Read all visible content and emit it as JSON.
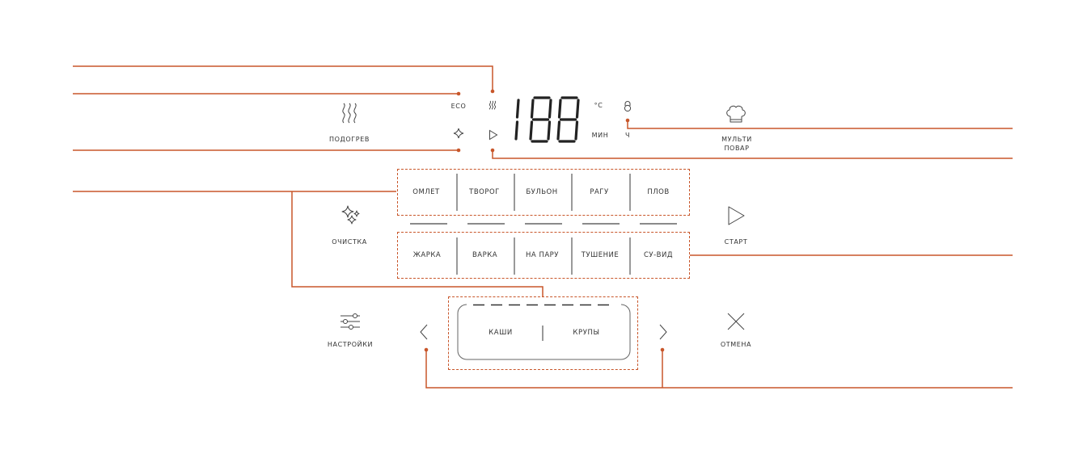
{
  "accent_color": "#c8562a",
  "left_panel": {
    "heat_label": "ПОДОГРЕВ",
    "clean_label": "ОЧИСТКА",
    "settings_label": "НАСТРОЙКИ"
  },
  "display": {
    "eco_label": "ECO",
    "digits": "188",
    "temp_unit": "°C",
    "time_unit": "МИН",
    "hour_unit": "Ч"
  },
  "right_panel": {
    "multicook_label_line1": "МУЛЬТИ",
    "multicook_label_line2": "ПОВАР",
    "start_label": "СТАРТ",
    "cancel_label": "ОТМЕНА"
  },
  "programs_row1": [
    "ОМЛЕТ",
    "ТВОРОГ",
    "БУЛЬОН",
    "РАГУ",
    "ПЛОВ"
  ],
  "programs_row2": [
    "ЖАРКА",
    "ВАРКА",
    "НА ПАРУ",
    "ТУШЕНИЕ",
    "СУ-ВИД"
  ],
  "selector": {
    "left_item": "КАШИ",
    "right_item": "КРУПЫ"
  }
}
